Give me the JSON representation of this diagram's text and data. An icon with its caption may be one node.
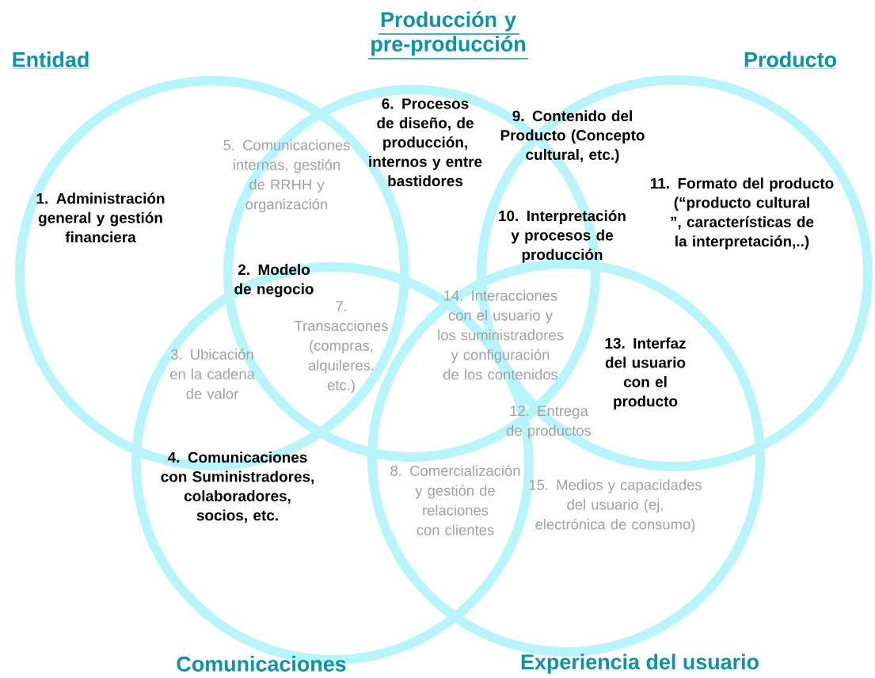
{
  "diagram": {
    "nodes": [
      {
        "text": [
          "Entidad"
        ]
      },
      {
        "text": [
          "Producción y pre-producción"
        ]
      },
      {
        "text": [
          "Producto"
        ]
      },
      {
        "text": [
          "Comunicaciones"
        ]
      },
      {
        "text": [
          "Experiencia del usuario"
        ]
      }
    ],
    "labels": [
      "6. Procesos de diseño,  de producción, internos y entre bastidores",
      "9. Contenido del Producto (Concepto cultural, etc.)",
      "5. Comunicaciones internas, gestión de RRHH y organización",
      "11. Formato del producto (“producto cultural ”, características de la interpretación,..)",
      "1. Administración general y gestión financiera",
      "10. Interpretación y procesos de producción",
      "2. Modelo de negocio",
      "14. Interacciones con el usuario y los suministradores  y configuración de los contenidos",
      "7. Transacciones (compras, alquileres. etc.)",
      "13. Interfaz del usuario con el producto",
      "3. Ubicación en la cadena de valor",
      "12. Entrega de productos",
      "4. Comunicaciones con Suministradores, colaboradores, socios, etc.",
      "8. Comercialización y gestión de relaciones con clientes",
      "15. Medios y capacidades del usuario (ej, electrónica de consumo)"
    ]
  }
}
